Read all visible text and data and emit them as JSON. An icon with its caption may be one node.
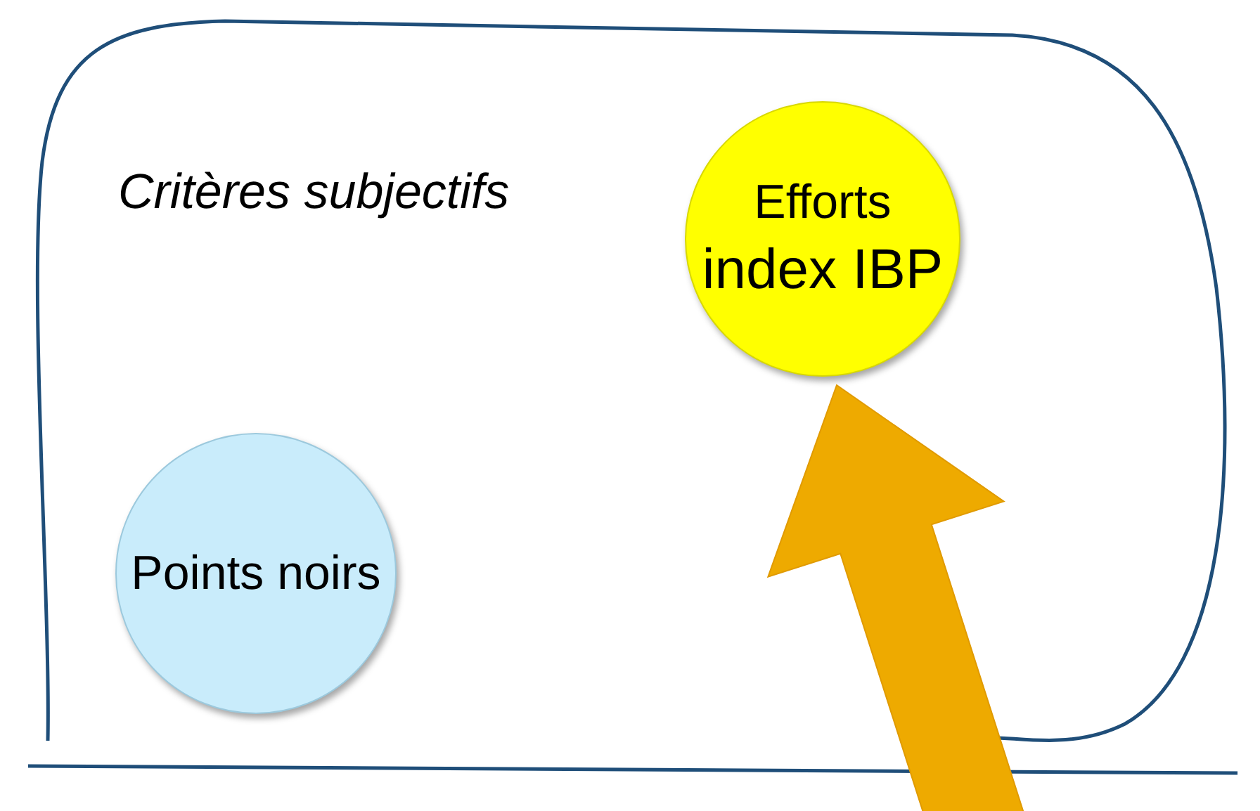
{
  "diagram": {
    "nodes": [
      {
        "text": [
          "Critères subjectifs"
        ]
      },
      {
        "text": [
          "Efforts",
          "index IBP"
        ],
        "in": 0
      },
      {
        "text": [
          "Points noirs"
        ],
        "in": 0
      }
    ],
    "edges": [
      {
        "from": null,
        "to": 1,
        "arrow": "to",
        "style": "thick",
        "color": "#eeaa00"
      }
    ]
  }
}
